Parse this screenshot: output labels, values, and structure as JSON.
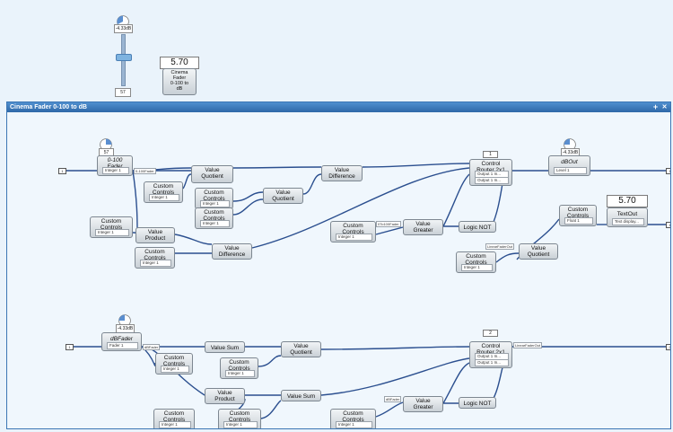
{
  "top_panel": {
    "fader": {
      "knob_value": "-4.33dB",
      "value": "57"
    },
    "display": {
      "value": "5.70"
    },
    "block": {
      "title": "Cinema\nFader\n0-100 to\ndB"
    }
  },
  "window": {
    "title": "Cinema Fader 0-100 to dB",
    "add": "+",
    "close": "✕"
  },
  "upper": {
    "in_pin": "1",
    "out_pin": "1",
    "out_pin2": "1",
    "router_index": "1",
    "fader_knob_value": "57",
    "fader_block": {
      "title": "0-100\nFader",
      "port": "Integer 1",
      "out_tag": "0-100Fader"
    },
    "vq1": {
      "title": "Value\nQuotient",
      "port": ""
    },
    "cc1": {
      "title": "Custom\nControls",
      "port": "Integer 1"
    },
    "cc2": {
      "title": "Custom\nControls",
      "port": "Integer 1"
    },
    "cc3": {
      "title": "Custom\nControls",
      "port": "Integer 1"
    },
    "vq2": {
      "title": "Value\nQuotient",
      "port": ""
    },
    "vdiff1": {
      "title": "Value\nDifference",
      "port": ""
    },
    "cc4": {
      "title": "Custom\nControls",
      "port": "Integer 1"
    },
    "vprod": {
      "title": "Value\nProduct",
      "port": ""
    },
    "cc5": {
      "title": "Custom\nControls",
      "port": "Integer 1"
    },
    "vdiff2": {
      "title": "Value\nDifference",
      "port": ""
    },
    "router": {
      "title": "Control\nRouter 2x1",
      "port1": "Output 1 In...",
      "port2": "Output 1 In..."
    },
    "cc6": {
      "title": "Custom\nControls",
      "port": "Integer 1"
    },
    "vgreater": {
      "title": "Value\nGreater",
      "port": "",
      "in_tag": "0To100Fader"
    },
    "lnot": {
      "title": "Logic NOT",
      "port": ""
    },
    "dbout": {
      "title": "dBOut",
      "port": "Level 1",
      "knob_value": "-4.33dB"
    },
    "display": {
      "value": "5.70"
    },
    "textout": {
      "title": "TextOut",
      "port": "Text display..."
    },
    "cc7": {
      "title": "Custom\nControls",
      "port": "Float 1"
    },
    "linear_tag": "LinearFaderOut",
    "vq3": {
      "title": "Value\nQuotient",
      "port": ""
    },
    "cc8": {
      "title": "Custom\nControls",
      "port": "Integer 1"
    }
  },
  "lower": {
    "in_pin": "1",
    "out_pin": "2",
    "router_index": "2",
    "dbfader": {
      "title": "dBFader",
      "port": "Fader 1",
      "knob_value": "-4.33dB",
      "out_tag": "dBFader"
    },
    "vsum1": {
      "title": "Value Sum",
      "port": ""
    },
    "vq": {
      "title": "Value\nQuotient",
      "port": ""
    },
    "cc1": {
      "title": "Custom\nControls",
      "port": "Integer 1"
    },
    "cc2": {
      "title": "Custom\nControls",
      "port": "Integer 1"
    },
    "vprod": {
      "title": "Value\nProduct",
      "port": ""
    },
    "vsum2": {
      "title": "Value Sum",
      "port": ""
    },
    "router": {
      "title": "Control\nRouter 2x1",
      "port1": "Output 1 In...",
      "port2": "Output 1 In...",
      "out_tag": "LinearFaderOut"
    },
    "vgreater": {
      "title": "Value\nGreater",
      "port": "",
      "in_tag": "dBFader"
    },
    "lnot": {
      "title": "Logic NOT",
      "port": ""
    },
    "cc3": {
      "title": "Custom\nControls",
      "port": "Integer 1"
    },
    "cc4": {
      "title": "Custom\nControls",
      "port": "Integer 1"
    },
    "cc5": {
      "title": "Custom\nControls",
      "port": "Integer 1"
    }
  },
  "colors": {
    "wire": "#2b4f8f",
    "title_bar": "#2f68a8",
    "canvas": "#f0f7fd",
    "page_bg": "#eaf3fb",
    "knob_fill": "#5b8fd0"
  }
}
